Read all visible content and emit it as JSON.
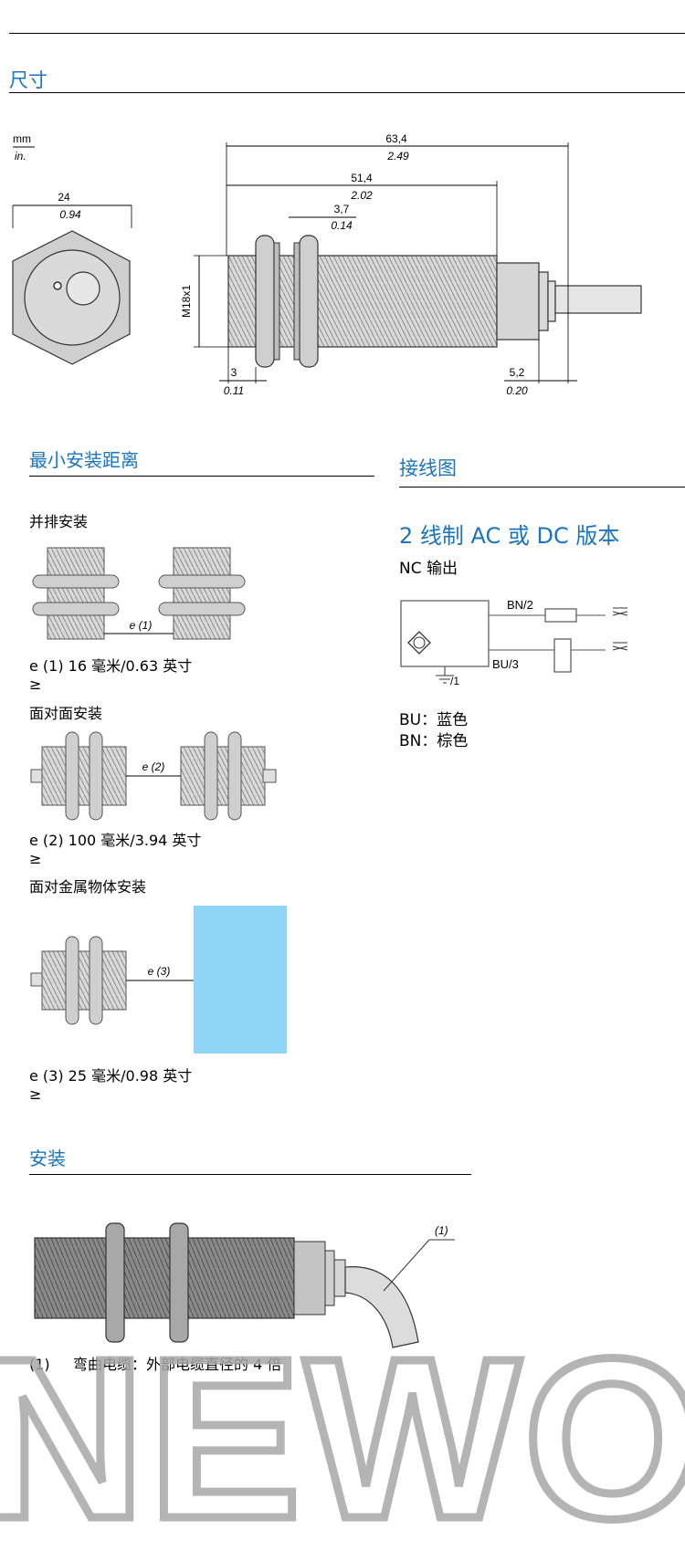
{
  "colors": {
    "accent": "#1a75bc",
    "plate": "#8fd6f7"
  },
  "dimensions": {
    "heading": "尺寸",
    "unit_mm": "mm",
    "unit_in": "in.",
    "front_mm": "24",
    "front_in": "0.94",
    "total_mm": "63,4",
    "total_in": "2.49",
    "body_mm": "51,4",
    "body_in": "2.02",
    "nut_mm": "3,7",
    "nut_in": "0.14",
    "thread": "M18x1",
    "front_nut_mm": "3",
    "front_nut_in": "0.11",
    "rear_mm": "5,2",
    "rear_in": "0.20"
  },
  "mounting": {
    "heading": "最小安装距离",
    "side_by_side": {
      "title": "并排安装",
      "label": "e (1)",
      "caption": "e (1)  16 毫米/0.63 英寸",
      "symbol": "≥"
    },
    "face_to_face": {
      "title": "面对面安装",
      "label": "e (2)",
      "caption": "e (2)  100 毫米/3.94 英寸",
      "symbol": "≥"
    },
    "metal": {
      "title": "面对金属物体安装",
      "label": "e (3)",
      "caption": "e (3)  25 毫米/0.98 英寸",
      "symbol": "≥"
    }
  },
  "wiring": {
    "heading": "接线图",
    "version_title": "2 线制 AC 或 DC 版本",
    "nc_label": "NC 输出",
    "bn_pin": "BN/2",
    "bu_pin": "BU/3",
    "ground_pin": "/1",
    "legend": [
      "BU：蓝色",
      "BN：棕色"
    ]
  },
  "install": {
    "heading": "安装",
    "callout": "(1)",
    "note_num": "(1)",
    "note_text": "弯曲电缆：外部电缆直径的 4 倍"
  },
  "watermark": {
    "text": "NEWO"
  }
}
